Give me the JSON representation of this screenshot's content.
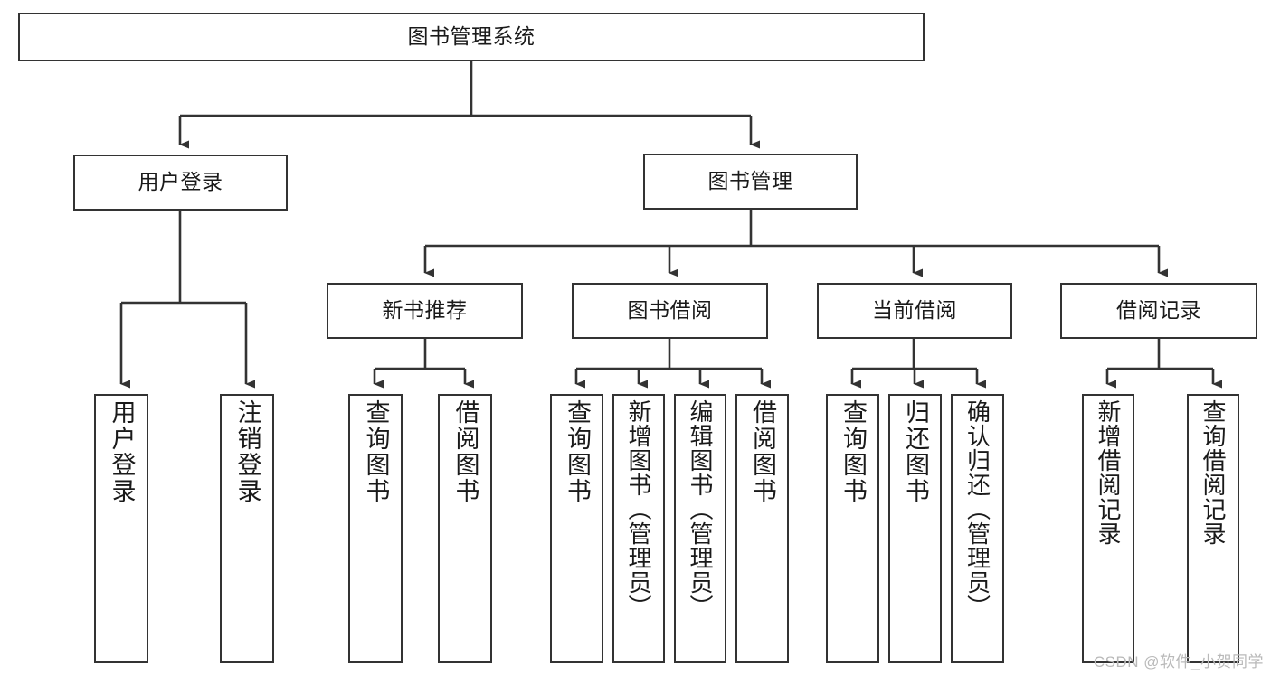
{
  "diagram": {
    "title": "图书管理系统",
    "type": "tree-hierarchy-diagram",
    "watermark": "CSDN @软件_小贺同学",
    "colors": {
      "stroke": "#333333",
      "fill": "#ffffff",
      "text": "#1a1a1a",
      "watermark": "#b9b9b9"
    }
  },
  "nodes": {
    "root": {
      "label": "图书管理系统"
    },
    "level2": [
      {
        "id": "user-login",
        "label": "用户登录"
      },
      {
        "id": "book-management",
        "label": "图书管理"
      }
    ],
    "level3": [
      {
        "id": "new-book-recommend",
        "label": "新书推荐"
      },
      {
        "id": "book-borrow",
        "label": "图书借阅"
      },
      {
        "id": "current-borrow",
        "label": "当前借阅"
      },
      {
        "id": "borrow-record",
        "label": "借阅记录"
      }
    ],
    "leaves": {
      "user_login": [
        {
          "id": "leaf-user-login",
          "label": "用户登录"
        },
        {
          "id": "leaf-logout-login",
          "label": "注销登录"
        }
      ],
      "new_book_recommend": [
        {
          "id": "leaf-query-book-1",
          "label": "查询图书"
        },
        {
          "id": "leaf-borrow-book-1",
          "label": "借阅图书"
        }
      ],
      "book_borrow": [
        {
          "id": "leaf-query-book-2",
          "label": "查询图书"
        },
        {
          "id": "leaf-add-book",
          "label": "新增图书（管理员）"
        },
        {
          "id": "leaf-edit-book",
          "label": "编辑图书（管理员）"
        },
        {
          "id": "leaf-borrow-book-2",
          "label": "借阅图书"
        }
      ],
      "current_borrow": [
        {
          "id": "leaf-query-book-3",
          "label": "查询图书"
        },
        {
          "id": "leaf-return-book",
          "label": "归还图书"
        },
        {
          "id": "leaf-confirm-return",
          "label": "确认归还（管理员）"
        }
      ],
      "borrow_record": [
        {
          "id": "leaf-add-record",
          "label": "新增借阅记录"
        },
        {
          "id": "leaf-query-record",
          "label": "查询借阅记录"
        }
      ]
    }
  }
}
